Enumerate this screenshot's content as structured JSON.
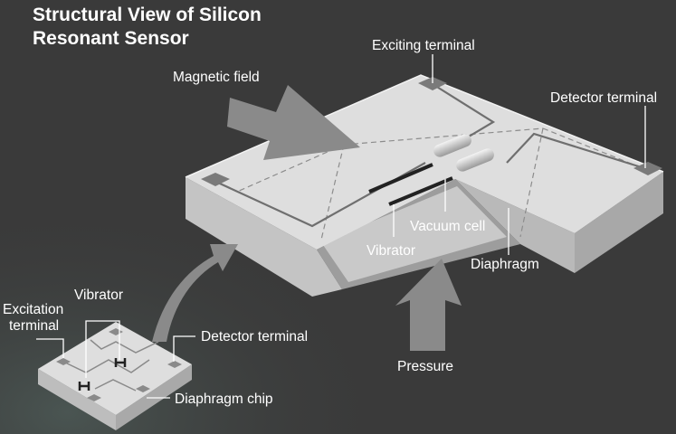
{
  "title": {
    "line1": "Structural View of Silicon",
    "line2": "Resonant Sensor"
  },
  "labels": {
    "exciting_terminal": "Exciting terminal",
    "magnetic_field": "Magnetic field",
    "detector_terminal_main": "Detector terminal",
    "vacuum_cell": "Vacuum cell",
    "vibrator_main": "Vibrator",
    "diaphragm": "Diaphragm",
    "pressure": "Pressure",
    "vibrator_chip": "Vibrator",
    "excitation_terminal_line1": "Excitation",
    "excitation_terminal_line2": "terminal",
    "detector_terminal_chip": "Detector terminal",
    "diaphragm_chip": "Diaphragm chip"
  },
  "colors": {
    "background": "#3a3a3a",
    "chip_top": "#dedede",
    "chip_side": "#bcbcbc",
    "arrow": "#8a8a8a",
    "terminal_pad": "#7a7a7a",
    "text": "#ffffff"
  }
}
